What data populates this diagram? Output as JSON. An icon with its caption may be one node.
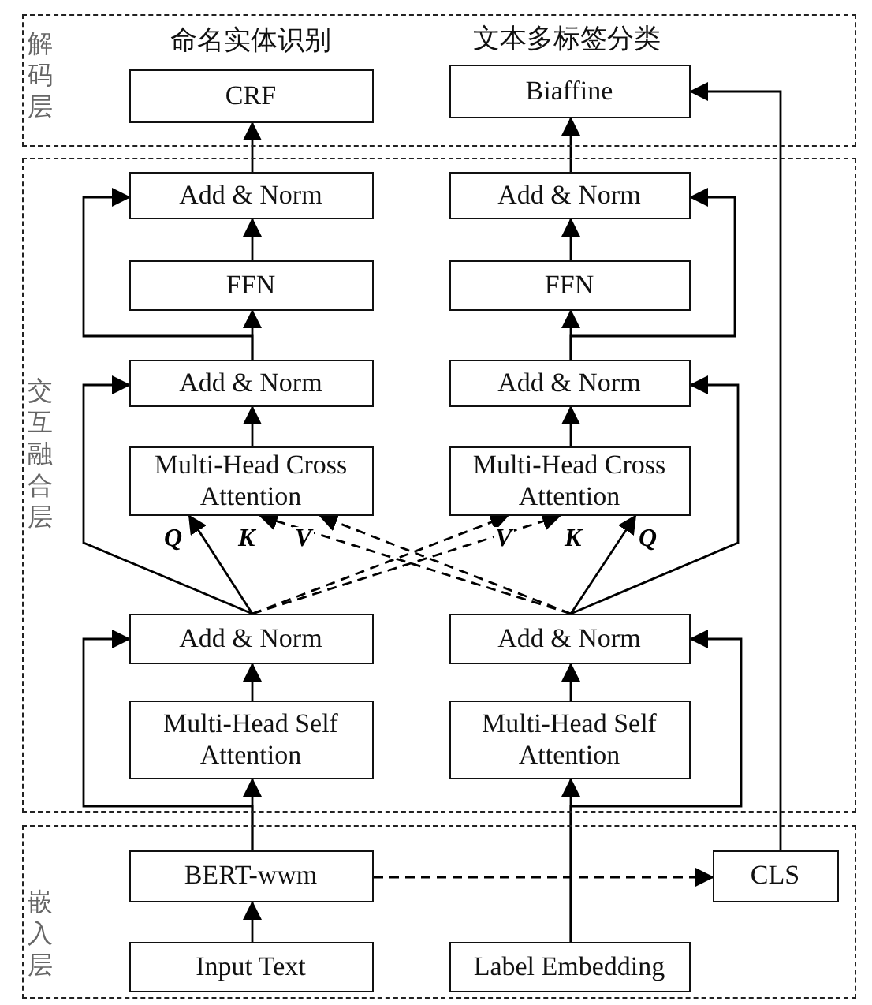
{
  "diagram": {
    "nodes": [
      {
        "text": [
          "解码层"
        ]
      },
      {
        "text": [
          "CRF"
        ],
        "in": 0,
        "beside": [
          "命名实体识别"
        ]
      },
      {
        "text": [
          "Biaffine"
        ],
        "in": 0,
        "beside": [
          "文本多标签分类"
        ]
      },
      {
        "text": [
          "交互融合层"
        ]
      },
      {
        "text": [
          "Add & Norm"
        ],
        "in": 3
      },
      {
        "text": [
          "Add & Norm"
        ],
        "in": 3
      },
      {
        "text": [
          "FFN"
        ],
        "in": 3
      },
      {
        "text": [
          "FFN"
        ],
        "in": 3
      },
      {
        "text": [
          "Add & Norm"
        ],
        "in": 3
      },
      {
        "text": [
          "Add & Norm"
        ],
        "in": 3
      },
      {
        "text": [
          "Multi-Head Cross Attention"
        ],
        "in": 3
      },
      {
        "text": [
          "Multi-Head Cross Attention"
        ],
        "in": 3
      },
      {
        "text": [
          "Add & Norm"
        ],
        "in": 3
      },
      {
        "text": [
          "Add & Norm"
        ],
        "in": 3
      },
      {
        "text": [
          "Multi-Head Self Attention"
        ],
        "in": 3
      },
      {
        "text": [
          "Multi-Head Self Attention"
        ],
        "in": 3
      },
      {
        "text": [
          "嵌入层"
        ]
      },
      {
        "text": [
          "BERT-wwm"
        ],
        "in": 16
      },
      {
        "text": [
          "CLS"
        ],
        "in": 16
      },
      {
        "text": [
          "Input Text"
        ],
        "in": 16
      },
      {
        "text": [
          "Label Embedding"
        ],
        "in": 16
      }
    ],
    "edges": [
      {
        "from": 19,
        "to": 17,
        "arrow": "to"
      },
      {
        "from": 17,
        "to": 14,
        "arrow": "to"
      },
      {
        "from": 17,
        "to": 12,
        "arrow": "to"
      },
      {
        "from": 20,
        "to": 15,
        "arrow": "to"
      },
      {
        "from": 20,
        "to": 13,
        "arrow": "to"
      },
      {
        "from": 14,
        "to": 12,
        "arrow": "to"
      },
      {
        "from": 15,
        "to": 13,
        "arrow": "to"
      },
      {
        "from": 12,
        "to": 10,
        "arrow": "to",
        "label": "Q"
      },
      {
        "from": 12,
        "to": 11,
        "arrow": "to",
        "label": "V",
        "style": "dashed"
      },
      {
        "from": 12,
        "to": 11,
        "arrow": "to",
        "label": "K",
        "style": "dashed"
      },
      {
        "from": 13,
        "to": 11,
        "arrow": "to",
        "label": "Q"
      },
      {
        "from": 13,
        "to": 10,
        "arrow": "to",
        "label": "K",
        "style": "dashed"
      },
      {
        "from": 13,
        "to": 10,
        "arrow": "to",
        "label": "V",
        "style": "dashed"
      },
      {
        "from": 12,
        "to": 8,
        "arrow": "to"
      },
      {
        "from": 13,
        "to": 9,
        "arrow": "to"
      },
      {
        "from": 10,
        "to": 8,
        "arrow": "to"
      },
      {
        "from": 11,
        "to": 9,
        "arrow": "to"
      },
      {
        "from": 8,
        "to": 6,
        "arrow": "to"
      },
      {
        "from": 9,
        "to": 7,
        "arrow": "to"
      },
      {
        "from": 6,
        "to": 4,
        "arrow": "to"
      },
      {
        "from": 7,
        "to": 5,
        "arrow": "to"
      },
      {
        "from": 8,
        "to": 4,
        "arrow": "to"
      },
      {
        "from": 9,
        "to": 5,
        "arrow": "to"
      },
      {
        "from": 4,
        "to": 1,
        "arrow": "to"
      },
      {
        "from": 5,
        "to": 2,
        "arrow": "to"
      },
      {
        "from": 17,
        "to": 18,
        "arrow": "to",
        "style": "dashed"
      },
      {
        "from": 18,
        "to": 2,
        "arrow": "to"
      }
    ]
  }
}
